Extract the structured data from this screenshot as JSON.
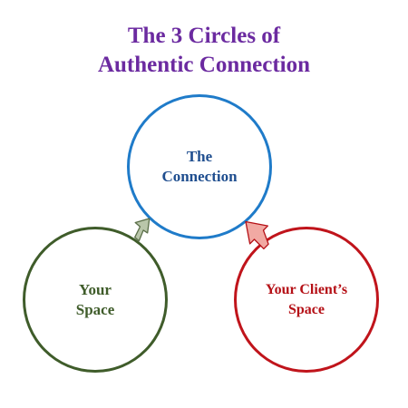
{
  "title": {
    "line1": "The 3 Circles of",
    "line2": "Authentic Connection"
  },
  "circles": {
    "connection": {
      "line1": "The",
      "line2": "Connection",
      "color": "#1f7bc9"
    },
    "your_space": {
      "line1": "Your",
      "line2": "Space",
      "color": "#3f5c2a"
    },
    "client_space": {
      "line1": "Your Client’s",
      "line2": "Space",
      "color": "#c0141b"
    }
  },
  "colors": {
    "title": "#6b2aa0",
    "arrow_left_fill": "#b9c6aa",
    "arrow_right_fill": "#f1a9a3"
  }
}
